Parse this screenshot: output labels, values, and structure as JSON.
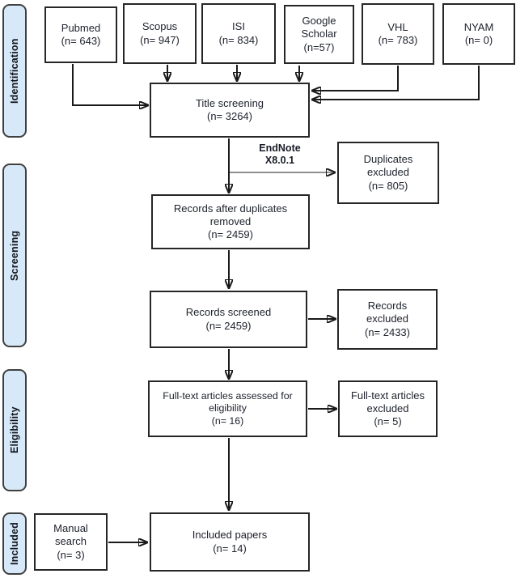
{
  "stage_labels": {
    "identification": "Identification",
    "screening": "Screening",
    "eligibility": "Eligibility",
    "included": "Included"
  },
  "boxes": {
    "pubmed": {
      "lines": [
        "Pubmed",
        "(n= 643)"
      ]
    },
    "scopus": {
      "lines": [
        "Scopus",
        "(n= 947)"
      ]
    },
    "isi": {
      "lines": [
        "ISI",
        "(n= 834)"
      ]
    },
    "google_scholar": {
      "lines": [
        "Google",
        "Scholar",
        "(n=57)"
      ]
    },
    "vhl": {
      "lines": [
        "VHL",
        "(n= 783)"
      ]
    },
    "nyam": {
      "lines": [
        "NYAM",
        "(n= 0)"
      ]
    },
    "title_screening": {
      "lines": [
        "Title screening",
        "(n= 3264)"
      ]
    },
    "duplicates_excluded": {
      "lines": [
        "Duplicates",
        "excluded",
        "(n= 805)"
      ]
    },
    "records_after_duplicates": {
      "lines": [
        "Records after duplicates",
        "removed",
        "(n= 2459)"
      ]
    },
    "records_screened": {
      "lines": [
        "Records screened",
        "(n= 2459)"
      ]
    },
    "records_excluded": {
      "lines": [
        "Records",
        "excluded",
        "(n= 2433)"
      ]
    },
    "fulltext_assessed": {
      "lines": [
        "Full-text articles assessed for",
        "eligibility",
        "(n= 16)"
      ]
    },
    "fulltext_excluded": {
      "lines": [
        "Full-text articles",
        "excluded",
        "(n= 5)"
      ]
    },
    "manual_search": {
      "lines": [
        "Manual",
        "search",
        "(n= 3)"
      ]
    },
    "included_papers": {
      "lines": [
        "Included papers",
        "(n= 14)"
      ]
    }
  },
  "annotation": {
    "lines": [
      "EndNote",
      "X8.0.1"
    ]
  },
  "colors": {
    "stage_fill": "#d7e9f8",
    "stage_border": "#404040",
    "box_border": "#262626",
    "arrow": "#1a1a1a",
    "text": "#20242e"
  }
}
